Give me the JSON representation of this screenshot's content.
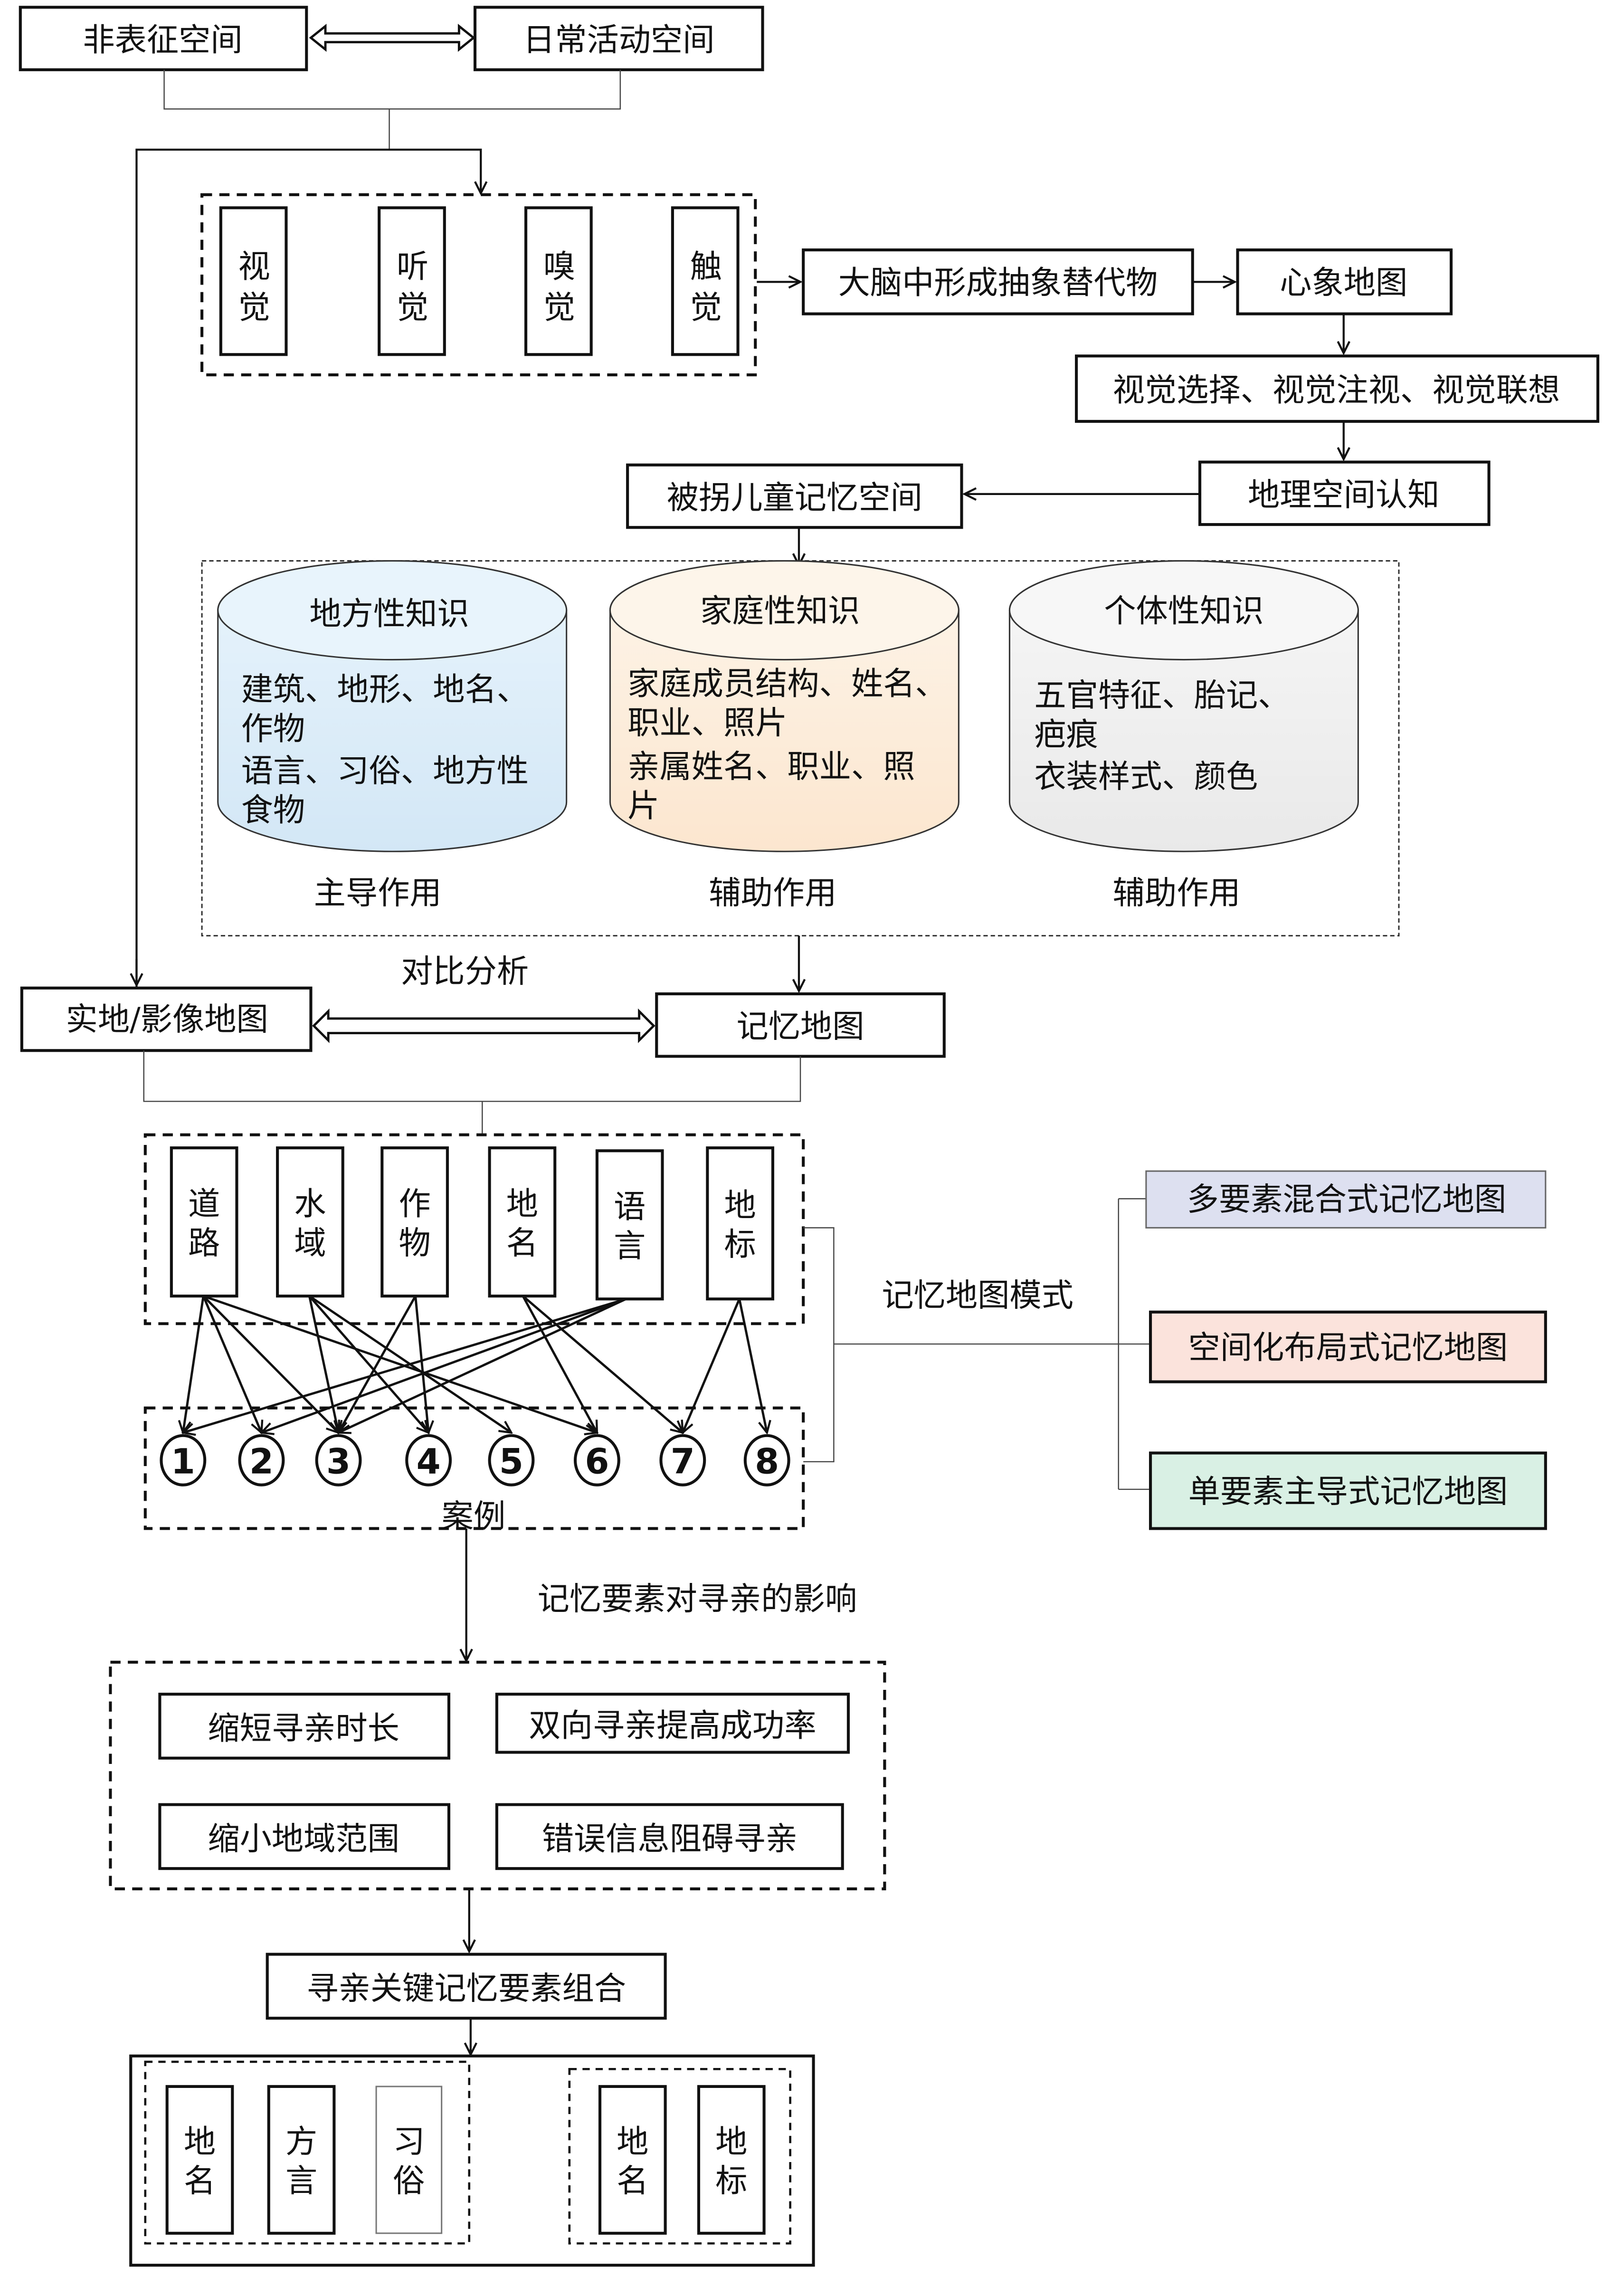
{
  "top": {
    "left_box": "非表征空间",
    "right_box": "日常活动空间"
  },
  "senses": [
    "视觉",
    "听觉",
    "嗅觉",
    "触觉"
  ],
  "flow": {
    "abstract": "大脑中形成抽象替代物",
    "mental_map": "心象地图",
    "visual": "视觉选择、视觉注视、视觉联想",
    "geo_cognition": "地理空间认知",
    "memory_space": "被拐儿童记忆空间"
  },
  "knowledge": [
    {
      "title": "地方性知识",
      "lines": [
        "建筑、地形、地名、",
        "作物",
        "语言、习俗、地方性",
        "食物"
      ],
      "role": "主导作用",
      "color_top": "#e6f3fb",
      "color_bottom": "#d3e7f6"
    },
    {
      "title": "家庭性知识",
      "lines": [
        "家庭成员结构、姓名、",
        "职业、照片",
        "亲属姓名、职业、照",
        "片"
      ],
      "role": "辅助作用",
      "color_top": "#fdf3e6",
      "color_bottom": "#fce8d2"
    },
    {
      "title": "个体性知识",
      "lines": [
        "五官特征、胎记、",
        "疤痕",
        "衣装样式、颜色"
      ],
      "role": "辅助作用",
      "color_top": "#f6f6f6",
      "color_bottom": "#ebebeb"
    }
  ],
  "compare": {
    "label": "对比分析",
    "real_map": "实地/影像地图",
    "memory_map": "记忆地图"
  },
  "elements": [
    "道路",
    "水域",
    "作物",
    "地名",
    "语言",
    "地标"
  ],
  "cases": {
    "numbers": [
      "①",
      "②",
      "③",
      "④",
      "⑤",
      "⑥",
      "⑦",
      "⑧"
    ],
    "label": "案例",
    "links": [
      {
        "from": "道路",
        "to": [
          1,
          2,
          3,
          6
        ]
      },
      {
        "from": "水域",
        "to": [
          3,
          4,
          5
        ]
      },
      {
        "from": "作物",
        "to": [
          3,
          4
        ]
      },
      {
        "from": "地名",
        "to": [
          6,
          7
        ]
      },
      {
        "from": "语言",
        "to": [
          1,
          2,
          3
        ]
      },
      {
        "from": "地标",
        "to": [
          7,
          8
        ]
      }
    ]
  },
  "modes": {
    "label": "记忆地图模式",
    "items": [
      {
        "label": "多要素混合式记忆地图",
        "color": "#dde0f0"
      },
      {
        "label": "空间化布局式记忆地图",
        "color": "#fbe3dc"
      },
      {
        "label": "单要素主导式记忆地图",
        "color": "#d9f0e4"
      }
    ]
  },
  "influence": {
    "label": "记忆要素对寻亲的影响",
    "items": [
      "缩短寻亲时长",
      "双向寻亲提高成功率",
      "缩小地域范围",
      "错误信息阻碍寻亲"
    ]
  },
  "combination": {
    "title": "寻亲关键记忆要素组合",
    "group1": [
      "地名",
      "方言",
      "习俗"
    ],
    "group2": [
      "地名",
      "地标"
    ]
  }
}
